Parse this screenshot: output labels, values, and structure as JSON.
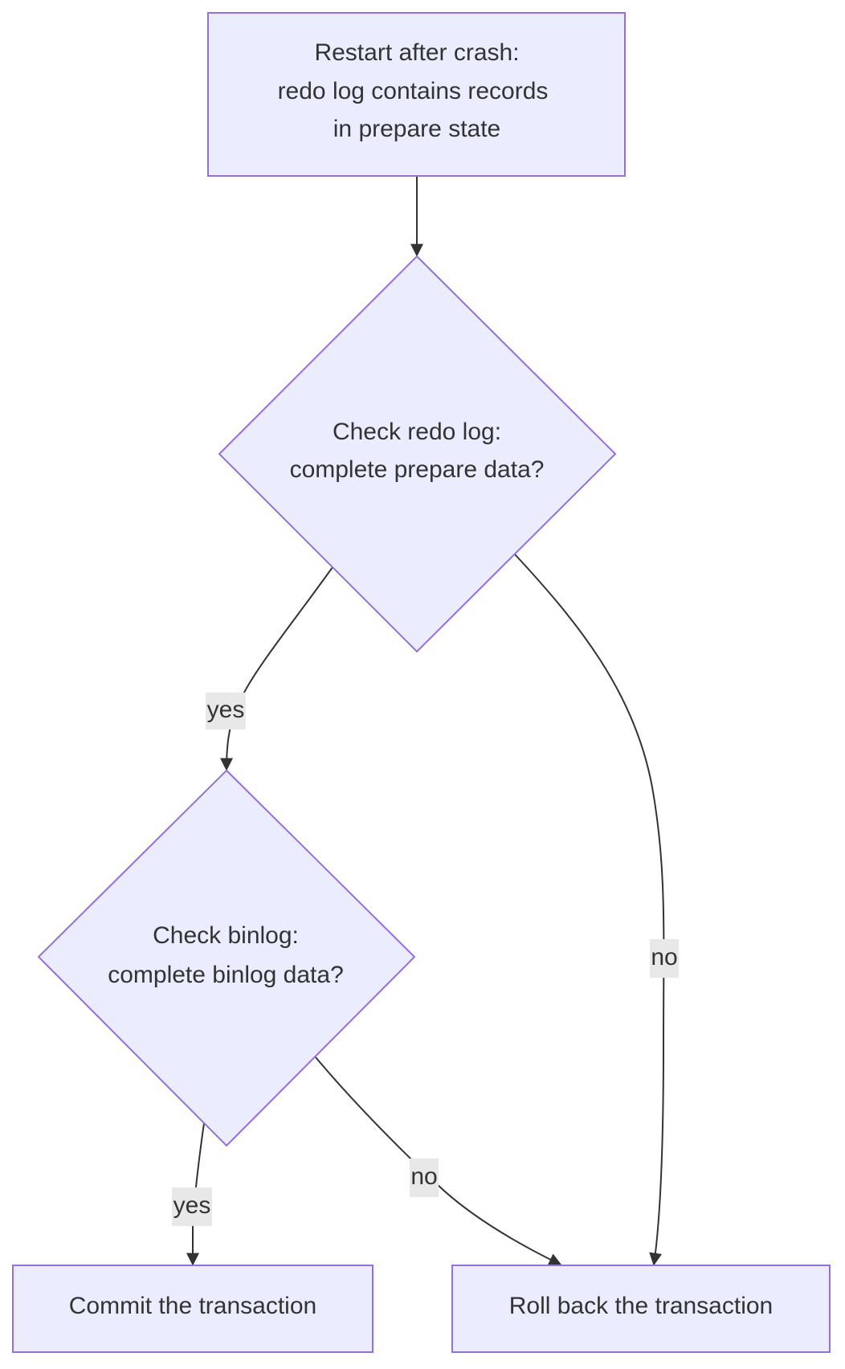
{
  "nodes": {
    "start": {
      "lines": [
        "Restart after crash:",
        "redo log contains records",
        "in prepare state"
      ]
    },
    "check_redo": {
      "lines": [
        "Check redo log:",
        "complete prepare data?"
      ]
    },
    "check_binlog": {
      "lines": [
        "Check binlog:",
        "complete binlog data?"
      ]
    },
    "commit": {
      "label": "Commit the transaction"
    },
    "rollback": {
      "label": "Roll back the transaction"
    }
  },
  "edges": {
    "redo_yes": "yes",
    "redo_no": "no",
    "binlog_yes": "yes",
    "binlog_no": "no"
  },
  "colors": {
    "node_fill": "#ececff",
    "node_stroke": "#9370db",
    "edge": "#333333",
    "label_bg": "#e8e8e8",
    "text": "#333333"
  }
}
